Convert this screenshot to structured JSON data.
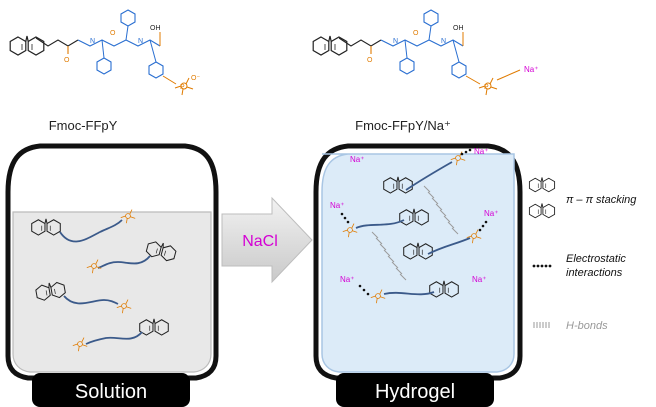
{
  "molecules": {
    "left_name": "Fmoc-FFpY",
    "right_name": "Fmoc-FFpY/Na⁺",
    "atom_o": "O",
    "atom_n": "N",
    "atom_h": "H",
    "atom_oh": "OH",
    "atom_p": "P",
    "atom_neg": "O⁻"
  },
  "arrow_label": "NaCl",
  "containers": {
    "left_label": "Solution",
    "right_label": "Hydrogel"
  },
  "ions": {
    "na": "Na⁺"
  },
  "legend": {
    "stacking": "π – π stacking",
    "electrostatic_1": "Electrostatic",
    "electrostatic_2": "interactions",
    "hbonds": "H-bonds"
  },
  "colors": {
    "fmoc_black": "#222222",
    "peptide_blue": "#2a6fd1",
    "phosphate_orange": "#e07b00",
    "sodium_magenta": "#d400d4",
    "chain_blue": "#3b5a8a",
    "gel_fill": "#dcebf8",
    "solution_fill": "#e8e8e8",
    "hbond_gray": "#9a9a9a"
  }
}
